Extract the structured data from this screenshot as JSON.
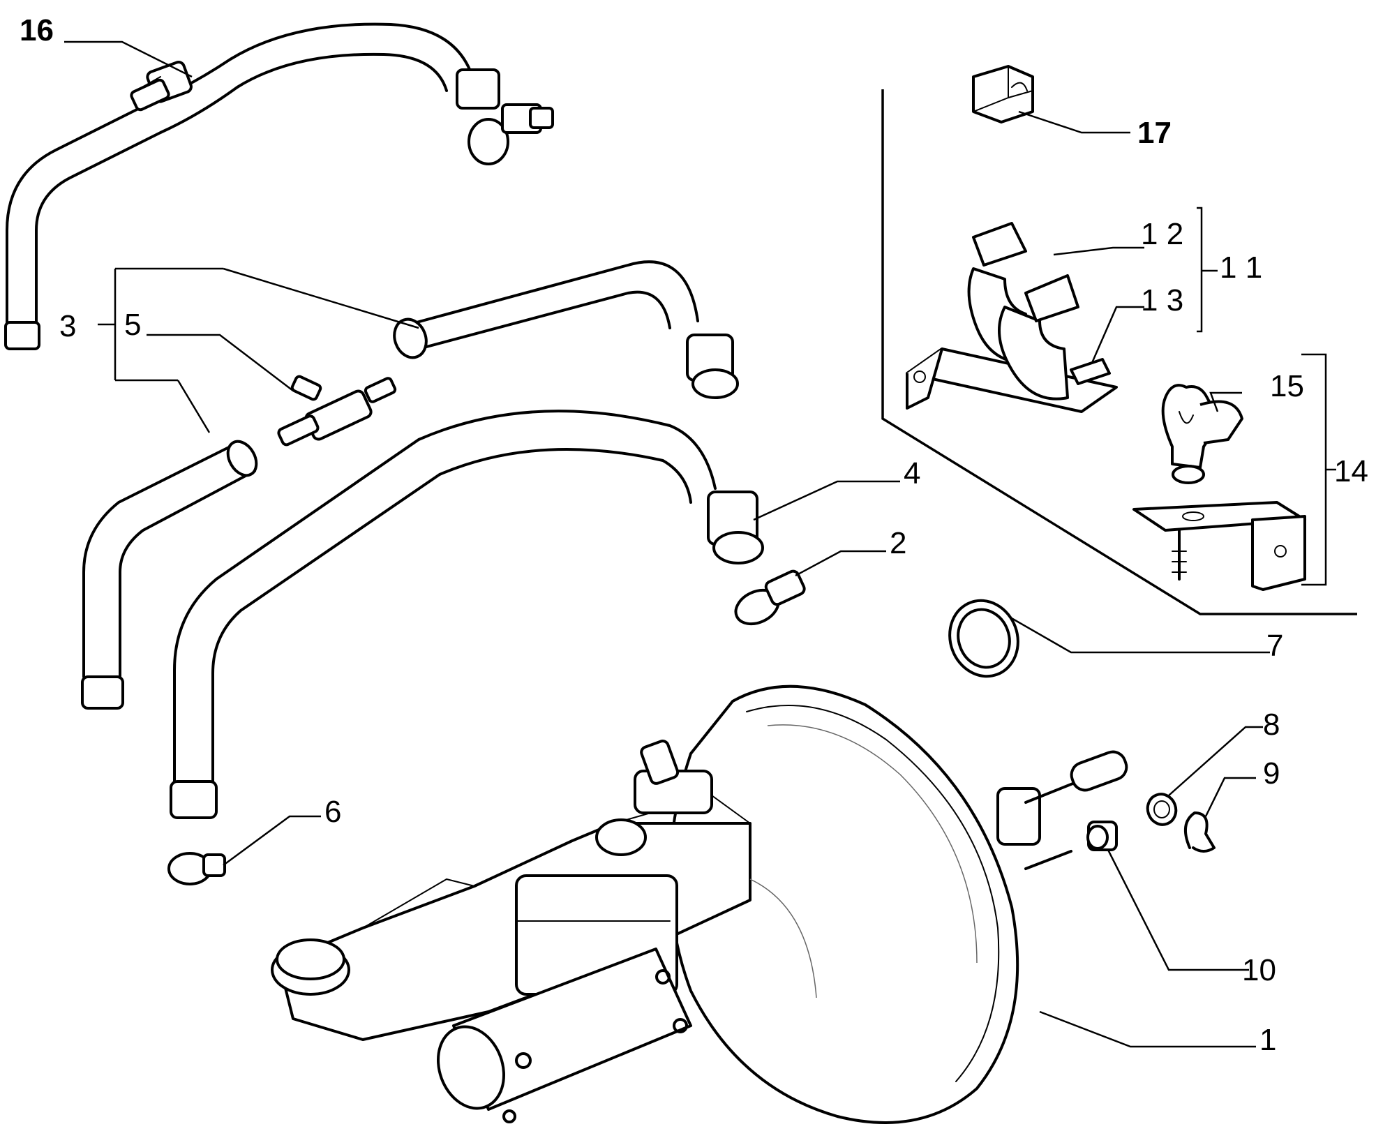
{
  "callouts": {
    "c1": "1",
    "c2": "2",
    "c3": "3",
    "c4": "4",
    "c5": "5",
    "c6": "6",
    "c7": "7",
    "c8": "8",
    "c9": "9",
    "c10": "10",
    "c11": "1 1",
    "c12": "1 2",
    "c13": "1 3",
    "c14": "14",
    "c15": "15",
    "c16": "16",
    "c17": "17"
  },
  "colors": {
    "line": "#000000",
    "background": "#ffffff"
  }
}
